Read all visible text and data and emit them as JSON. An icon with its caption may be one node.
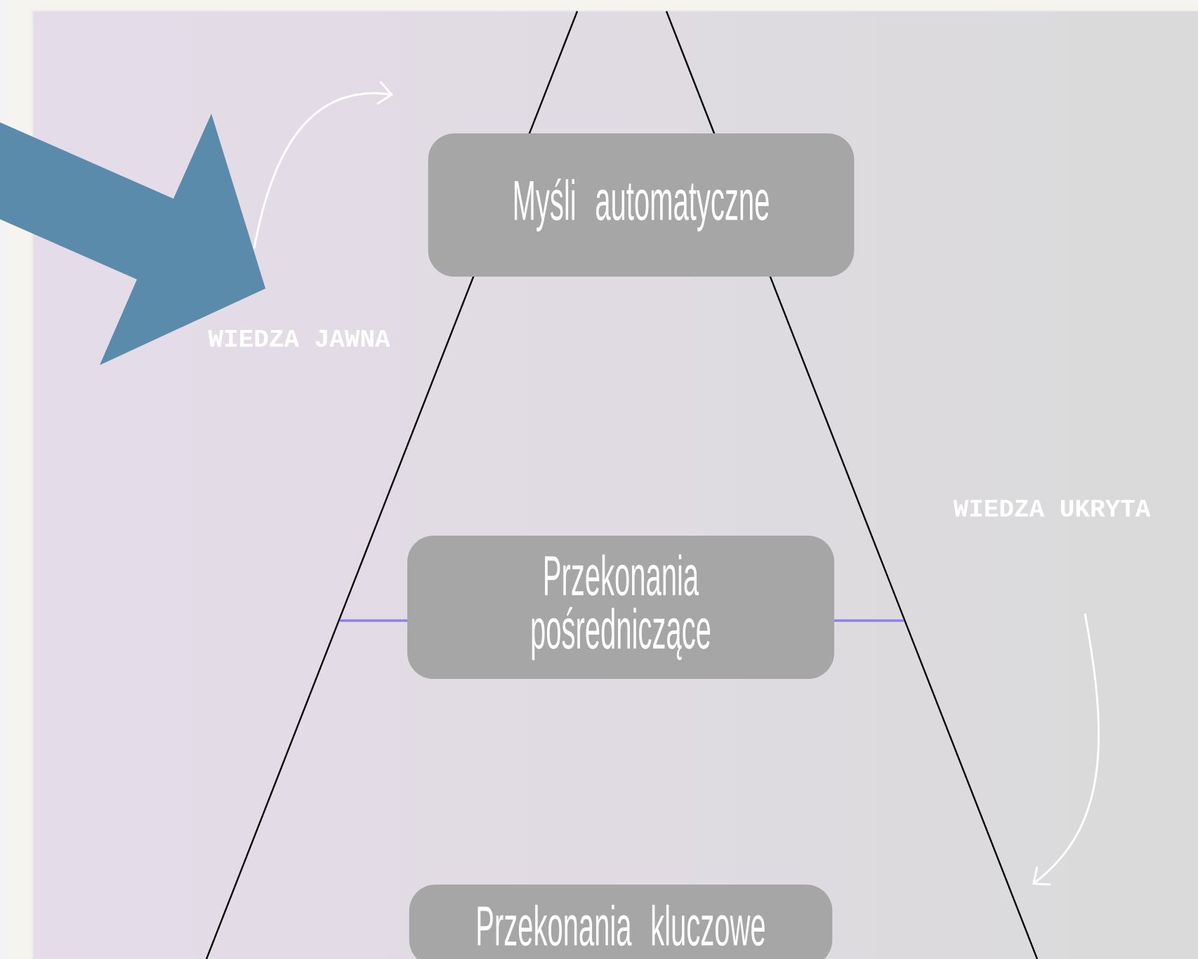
{
  "diagram": {
    "nodes": [
      {
        "text": [
          "Myśli automatyczne"
        ]
      },
      {
        "text": [
          "Przekonania pośredniczące"
        ]
      },
      {
        "text": [
          "Przekonania kluczowe"
        ]
      }
    ],
    "labels": [
      "WIEDZA JAWNA",
      "WIEDZA UKRYTA"
    ]
  }
}
